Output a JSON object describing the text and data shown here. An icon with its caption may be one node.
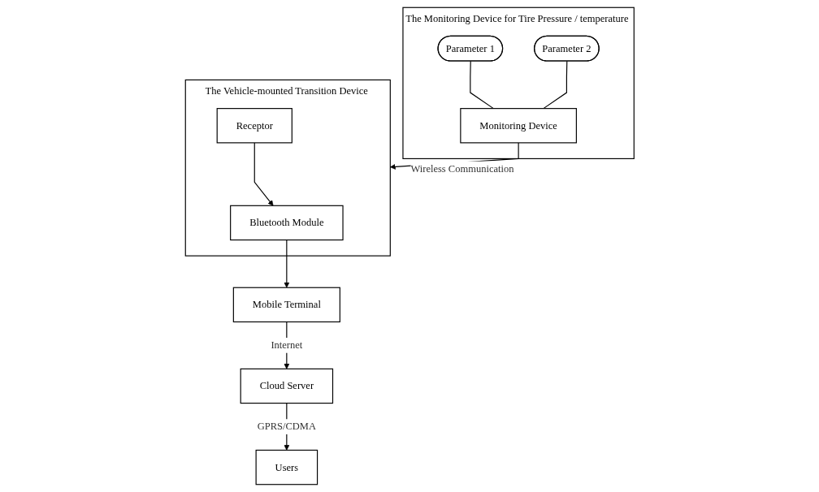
{
  "diagram": {
    "nodes": [
      {
        "text": [
          "Cloud Server"
        ]
      },
      {
        "text": [
          "Users"
        ]
      },
      {
        "text": [
          "Mobile Terminal"
        ]
      },
      {
        "text": [
          "The Monitoring Device for Tire Pressure / temperature"
        ]
      },
      {
        "text": [
          "Parameter 1"
        ],
        "in": 3
      },
      {
        "text": [
          "Parameter 2"
        ],
        "in": 3
      },
      {
        "text": [
          "Monitoring Device"
        ],
        "in": 3
      },
      {
        "text": [
          "The Vehicle-mounted Transition Device"
        ]
      },
      {
        "text": [
          "Bluetooth Module"
        ],
        "in": 7
      },
      {
        "text": [
          "Receptor"
        ],
        "in": 7
      }
    ],
    "edges": [
      {
        "from": 0,
        "to": 1,
        "arrow": "to",
        "label": "GPRS/CDMA"
      },
      {
        "from": 2,
        "to": 0,
        "arrow": "to",
        "label": "Internet"
      },
      {
        "from": 4,
        "to": 6,
        "arrow": "none"
      },
      {
        "from": 5,
        "to": 6,
        "arrow": "none"
      },
      {
        "from": 6,
        "to": 7,
        "arrow": "to",
        "label": "Wireless Communication"
      },
      {
        "from": 9,
        "to": 8,
        "arrow": "to"
      },
      {
        "from": 8,
        "to": 2,
        "arrow": "to"
      }
    ]
  }
}
